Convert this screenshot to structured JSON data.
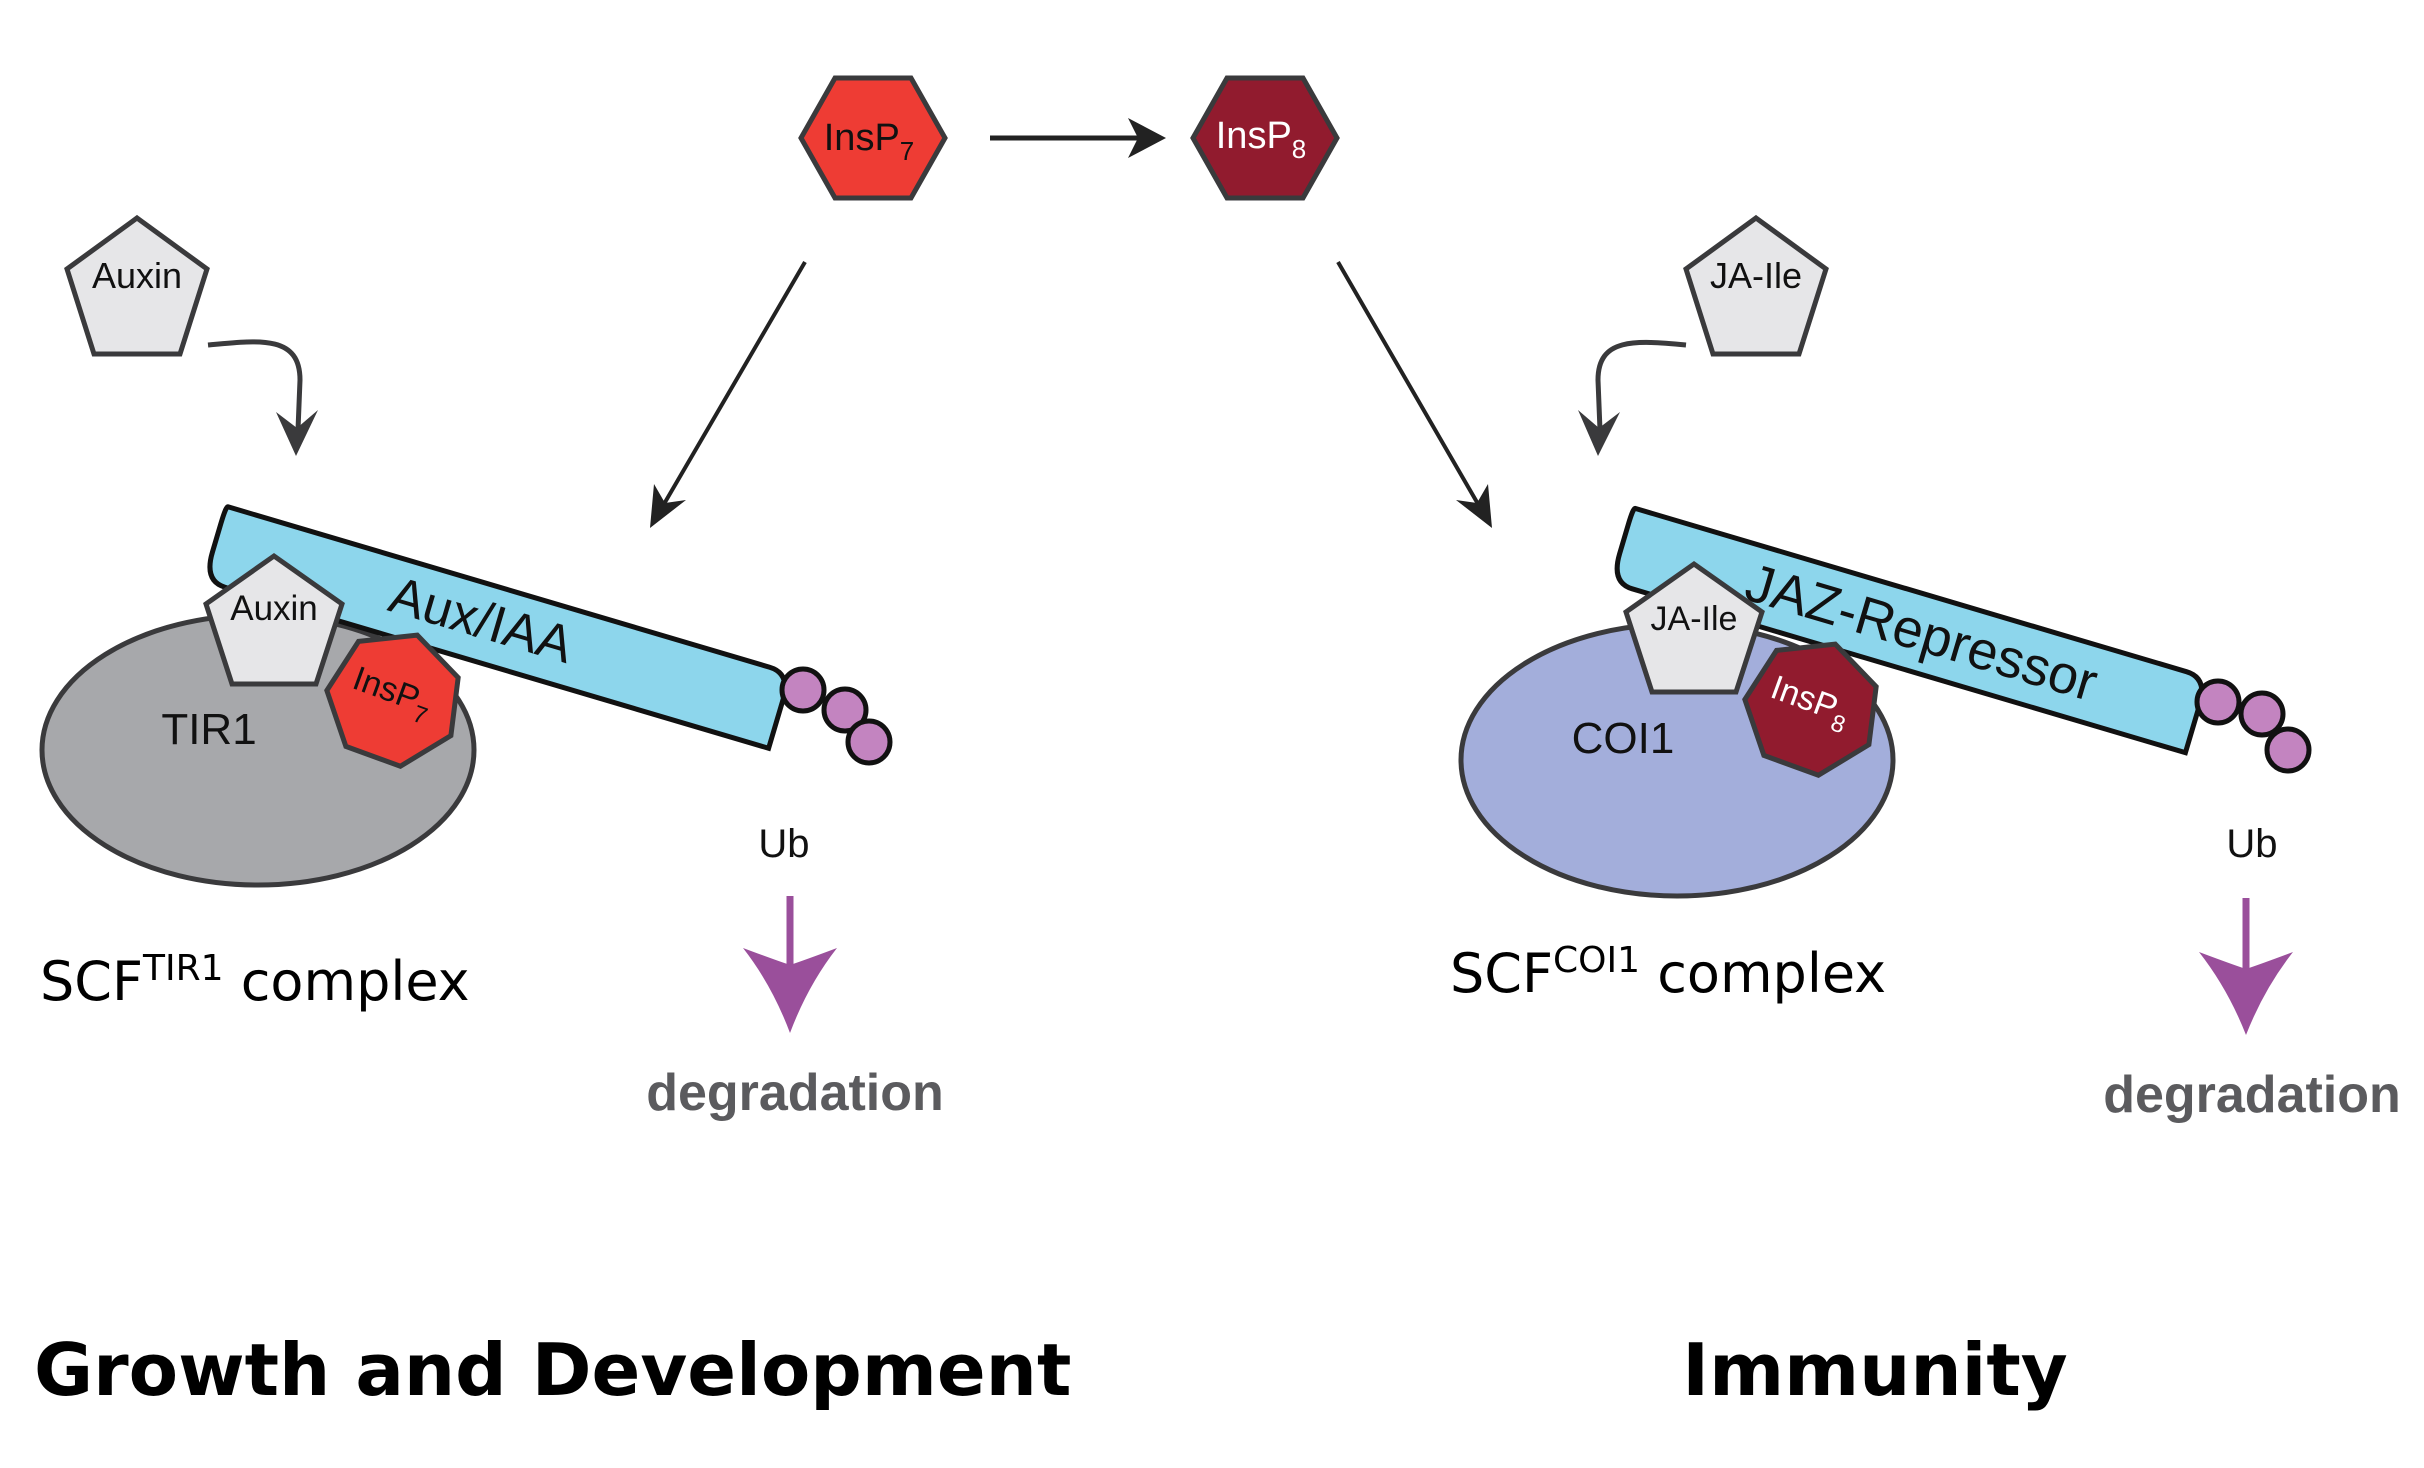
{
  "colors": {
    "insp7": "#ee3c34",
    "insp8": "#911b2e",
    "ligand": "#e6e6e8",
    "tir1": "#a7a8ab",
    "coi1": "#a3aedb",
    "repressor": "#8dd6ec",
    "ubiquitin": "#c384c0",
    "degradation_arrow": "#9a4f9b",
    "outline": "#3a3a3c"
  },
  "top": {
    "insp7": {
      "base": "InsP",
      "sub": "7"
    },
    "insp8": {
      "base": "InsP",
      "sub": "8"
    }
  },
  "left": {
    "ligand": "Auxin",
    "receptor": "TIR1",
    "bound_ligand": "Auxin",
    "bound_cofactor": {
      "base": "InsP",
      "sub": "7"
    },
    "repressor": "Aux/IAA",
    "ub": "Ub",
    "degradation": "degradation",
    "complex": {
      "prefix": "SCF",
      "sup": "TIR1",
      "suffix": " complex"
    },
    "heading": "Growth and Development"
  },
  "right": {
    "ligand": "JA-Ile",
    "receptor": "COI1",
    "bound_ligand": "JA-Ile",
    "bound_cofactor": {
      "base": "InsP",
      "sub": "8"
    },
    "repressor": "JAZ-Repressor",
    "ub": "Ub",
    "degradation": "degradation",
    "complex": {
      "prefix": "SCF",
      "sup": "COI1",
      "suffix": " complex"
    },
    "heading": "Immunity"
  }
}
